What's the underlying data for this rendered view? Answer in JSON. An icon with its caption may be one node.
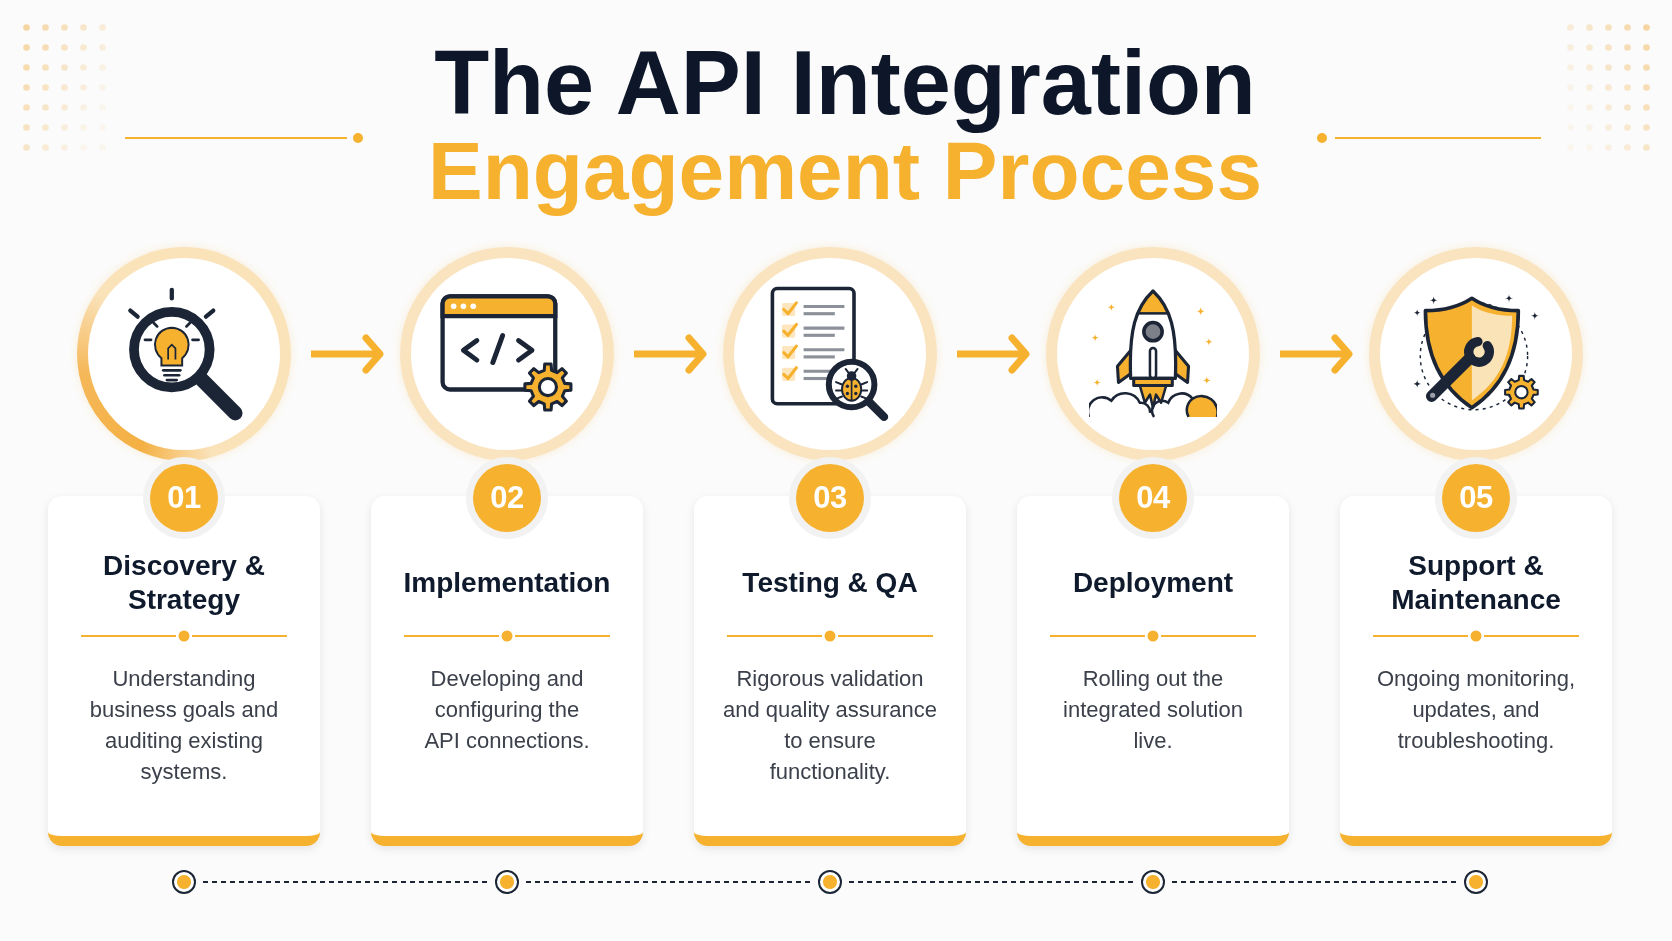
{
  "diagram": {
    "title": "The API Integration Engagement Process",
    "nodes": [
      {
        "text": [],
        "shape": "circle"
      },
      {
        "text": [],
        "shape": "circle"
      },
      {
        "text": [],
        "shape": "circle"
      },
      {
        "text": [],
        "shape": "circle"
      },
      {
        "text": [],
        "shape": "circle"
      },
      {
        "text": [
          "01"
        ]
      },
      {
        "text": [
          "Discovery & Strategy",
          "Understanding business goals and auditing existing systems."
        ]
      },
      {
        "text": [
          "02"
        ]
      },
      {
        "text": [
          "Implementation",
          "Developing and configuring the API connections."
        ]
      },
      {
        "text": [
          "03"
        ]
      },
      {
        "text": [
          "Testing & QA",
          "Rigorous validation and quality assurance to ensure functionality."
        ]
      },
      {
        "text": [
          "04"
        ]
      },
      {
        "text": [
          "Deployment",
          "Rolling out the integrated solution live."
        ]
      },
      {
        "text": [
          "05"
        ]
      },
      {
        "text": [
          "Support & Maintenance",
          "Ongoing monitoring, updates, and troubleshooting."
        ]
      },
      {
        "text": [],
        "shape": "circle"
      },
      {
        "text": [],
        "shape": "circle"
      },
      {
        "text": [],
        "shape": "circle"
      },
      {
        "text": [],
        "shape": "circle"
      },
      {
        "text": [],
        "shape": "circle"
      }
    ],
    "edges": [
      {
        "from": 0,
        "to": 1,
        "arrow": "to",
        "style": "thick",
        "color": "#f6b12f"
      },
      {
        "from": 1,
        "to": 2,
        "arrow": "to",
        "style": "thick",
        "color": "#f6b12f"
      },
      {
        "from": 2,
        "to": 3,
        "arrow": "to",
        "style": "thick",
        "color": "#f6b12f"
      },
      {
        "from": 3,
        "to": 4,
        "arrow": "to",
        "style": "thick",
        "color": "#f6b12f"
      },
      {
        "from": 15,
        "to": 16,
        "arrow": "none",
        "style": "dashed",
        "color": "#1b2536"
      },
      {
        "from": 16,
        "to": 17,
        "arrow": "none",
        "style": "dashed",
        "color": "#1b2536"
      },
      {
        "from": 17,
        "to": 18,
        "arrow": "none",
        "style": "dashed",
        "color": "#1b2536"
      },
      {
        "from": 18,
        "to": 19,
        "arrow": "none",
        "style": "dashed",
        "color": "#1b2536"
      }
    ]
  }
}
